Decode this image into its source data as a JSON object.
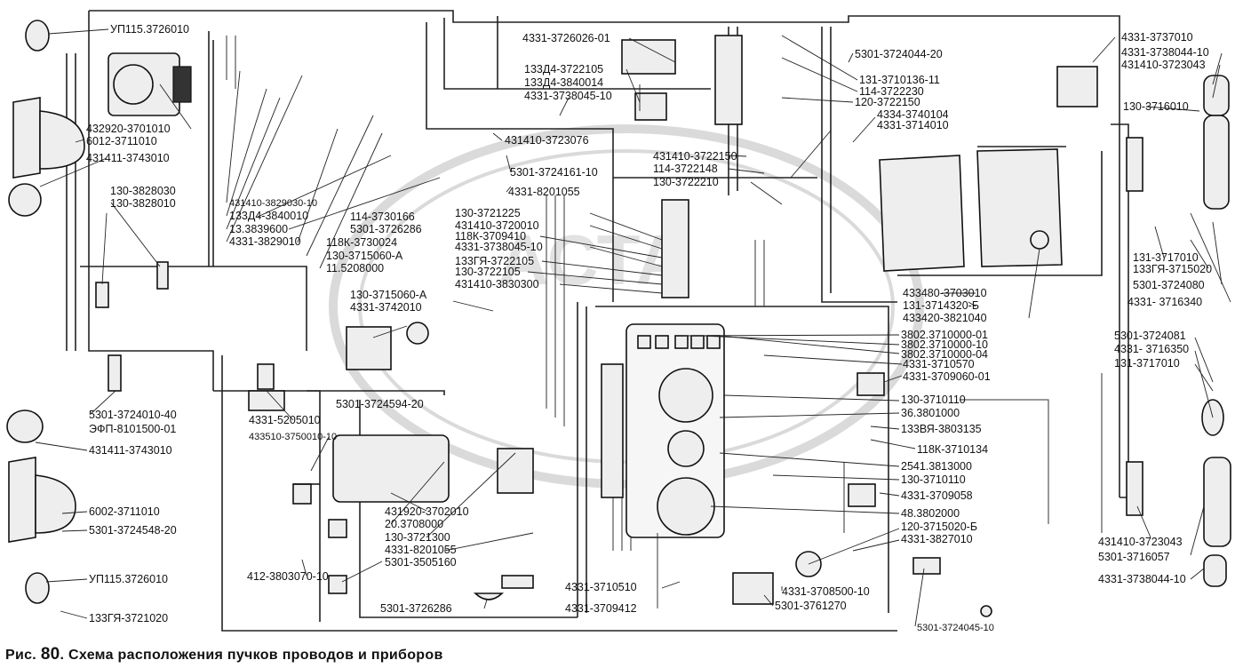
{
  "caption": {
    "prefix": "Рис.",
    "number": "80",
    "text": ". Схема расположения пучков проводов и приборов"
  },
  "labels": {
    "l01": "УП115.3726010",
    "l02": "432920-3701010",
    "l03": "6012-3711010",
    "l04": "431411-3743010",
    "l05": "130-3828030",
    "l06": "130-3828010",
    "l07": "431410-3829030-10",
    "l08": "133Д4-3840010",
    "l09": "13.3839600",
    "l10": "4331-3829010",
    "l11": "114-3730166",
    "l12": "5301-3726286",
    "l13": "118К-3730024",
    "l14": "130-3715060-А",
    "l15": "11.5208000",
    "l16": "130-3715060-А",
    "l17": "4331-3742010",
    "l18": "5301-3724010-40",
    "l19": "ЭФП-8101500-01",
    "l20": "431411-3743010",
    "l21": "6002-3711010",
    "l22": "5301-3724548-20",
    "l23": "УП115.3726010",
    "l24": "133ГЯ-3721020",
    "l25": "4331-5205010",
    "l26": "433510-3750010-10",
    "l27": "5301-3724594-20",
    "l28": "431920-3702010",
    "l29": "20.3708000",
    "l30": "130-3721300",
    "l31": "4331-8201055",
    "l32": "5301-3505160",
    "l33": "412-3803070-10",
    "l34": "5301-3726286",
    "l35": "4331-3710510",
    "l36": "4331-3709412",
    "l37": "4331-3708500-10",
    "l38": "5301-3761270",
    "l39": "5301-3724045-10",
    "l40": "4331-3726026-01",
    "l41": "133Д4-3722105",
    "l42": "133Д4-3840014",
    "l43": "4331-3738045-10",
    "l44": "431410-3723076",
    "l45": "5301-3724161-10",
    "l46": "4331-8201055",
    "l47": "130-3721225",
    "l48": "431410-3720010",
    "l49": "118К-3709410",
    "l50": "4331-3738045-10",
    "l51": "133ГЯ-3722105",
    "l52": "130-3722105",
    "l53": "431410-3830300",
    "l54": "5301-3724044-20",
    "l55": "131-3710136-11",
    "l56": "114-3722230",
    "l57": "120-3722150",
    "l58": "4334-3740104",
    "l59": "4331-3714010",
    "l60": "431410-3722150",
    "l61": "114-3722148",
    "l62": "130-3722210",
    "l63": "4331-3737010",
    "l64": "4331-3738044-10",
    "l65": "431410-3723043",
    "l66": "130-3716010",
    "l67": "131-3717010",
    "l68": "133ГЯ-3715020",
    "l69": "5301-3724080",
    "l70": "4331- 3716340",
    "l71": "433480-3703010",
    "l72": "131-3714320-Б",
    "l73": "433420-3821040",
    "l74": "3802.3710000-01",
    "l75": "3802.3710000-10",
    "l76": "3802.3710000-04",
    "l77": "4331-3710570",
    "l78": "4331-3709060-01",
    "l79": "130-3710110",
    "l80": "36.3801000",
    "l81": "133ВЯ-3803135",
    "l82": "118К-3710134",
    "l83": "2541.3813000",
    "l84": "130-3710110",
    "l85": "4331-3709058",
    "l86": "48.3802000",
    "l87": "120-3715020-Б",
    "l88": "4331-3827010",
    "l89": "5301-3724081",
    "l90": "4331- 3716350",
    "l91": "131-3717010",
    "l92": "431410-3723043",
    "l93": "5301-3716057",
    "l94": "4331-3738044-10"
  }
}
